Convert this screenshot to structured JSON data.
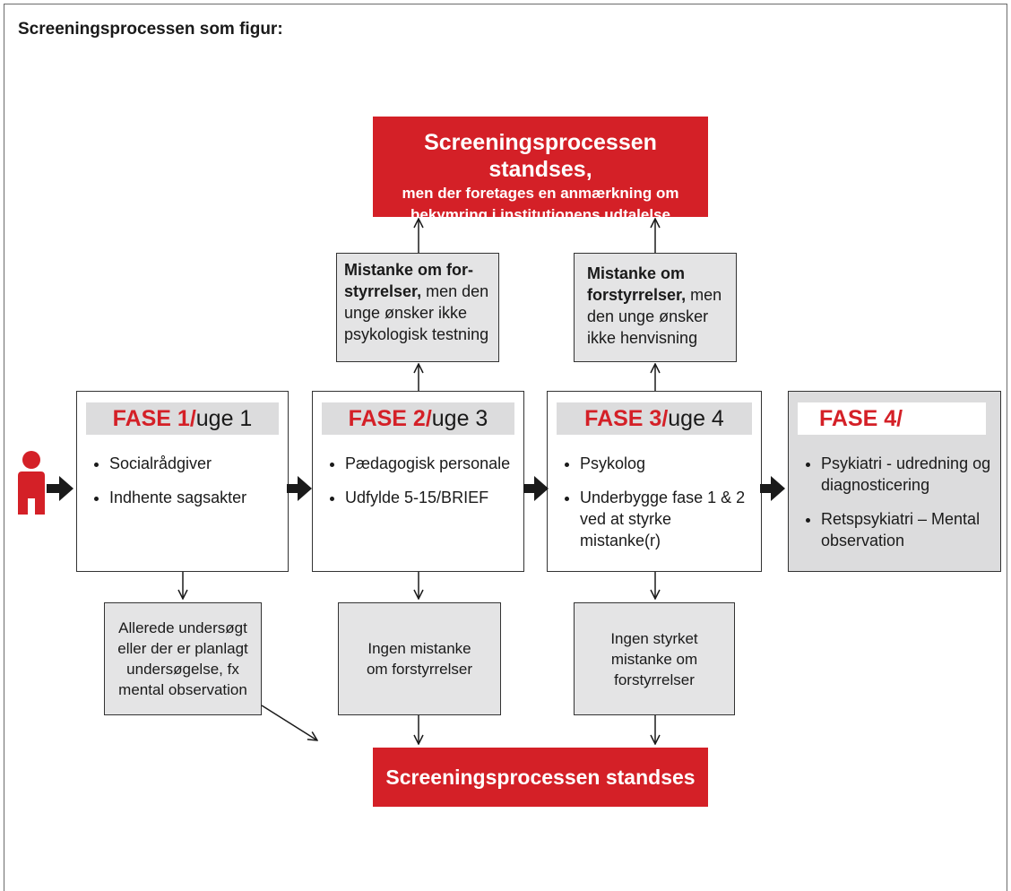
{
  "title": "Screeningsprocessen som figur:",
  "stop_top": {
    "main": "Screeningsprocessen standses,",
    "sub_line1": "men der foretages en anmærkning om",
    "sub_line2": "bekymring i institutionens udtalelse"
  },
  "suspicion_boxes": [
    {
      "bold": "Mistanke om for-styrrelser,",
      "rest": " men den unge ønsker ikke psykologisk testning"
    },
    {
      "bold": "Mistanke om forstyrrelser,",
      "rest": " men den unge ønsker ikke henvisning"
    }
  ],
  "phases": [
    {
      "label": "FASE 1/",
      "week": "uge 1",
      "items": [
        "Socialrådgiver",
        "Indhente sagsakter"
      ]
    },
    {
      "label": "FASE 2/",
      "week": "uge 3",
      "items": [
        "Pædagogisk personale",
        "Udfylde 5-15/BRIEF"
      ]
    },
    {
      "label": "FASE 3/",
      "week": "uge 4",
      "items": [
        "Psykolog",
        "Underbygge fase 1 & 2 ved at styrke mistanke(r)"
      ]
    },
    {
      "label": "FASE 4/",
      "week": "",
      "items": [
        "Psykiatri - udredning og diagnosticering",
        "Retspsykiatri – Mental observation"
      ]
    }
  ],
  "outcome_boxes": [
    "Allerede undersøgt eller der er planlagt undersøgelse, fx mental observation",
    "Ingen mistanke om forstyrrelser",
    "Ingen styrket mistanke om forstyrrelser"
  ],
  "stop_bottom": "Screeningsprocessen standses",
  "colors": {
    "accent_red": "#d42027",
    "box_grey": "#e4e4e5",
    "header_grey": "#dcdcdd"
  },
  "icons": {
    "person": "person-icon"
  }
}
